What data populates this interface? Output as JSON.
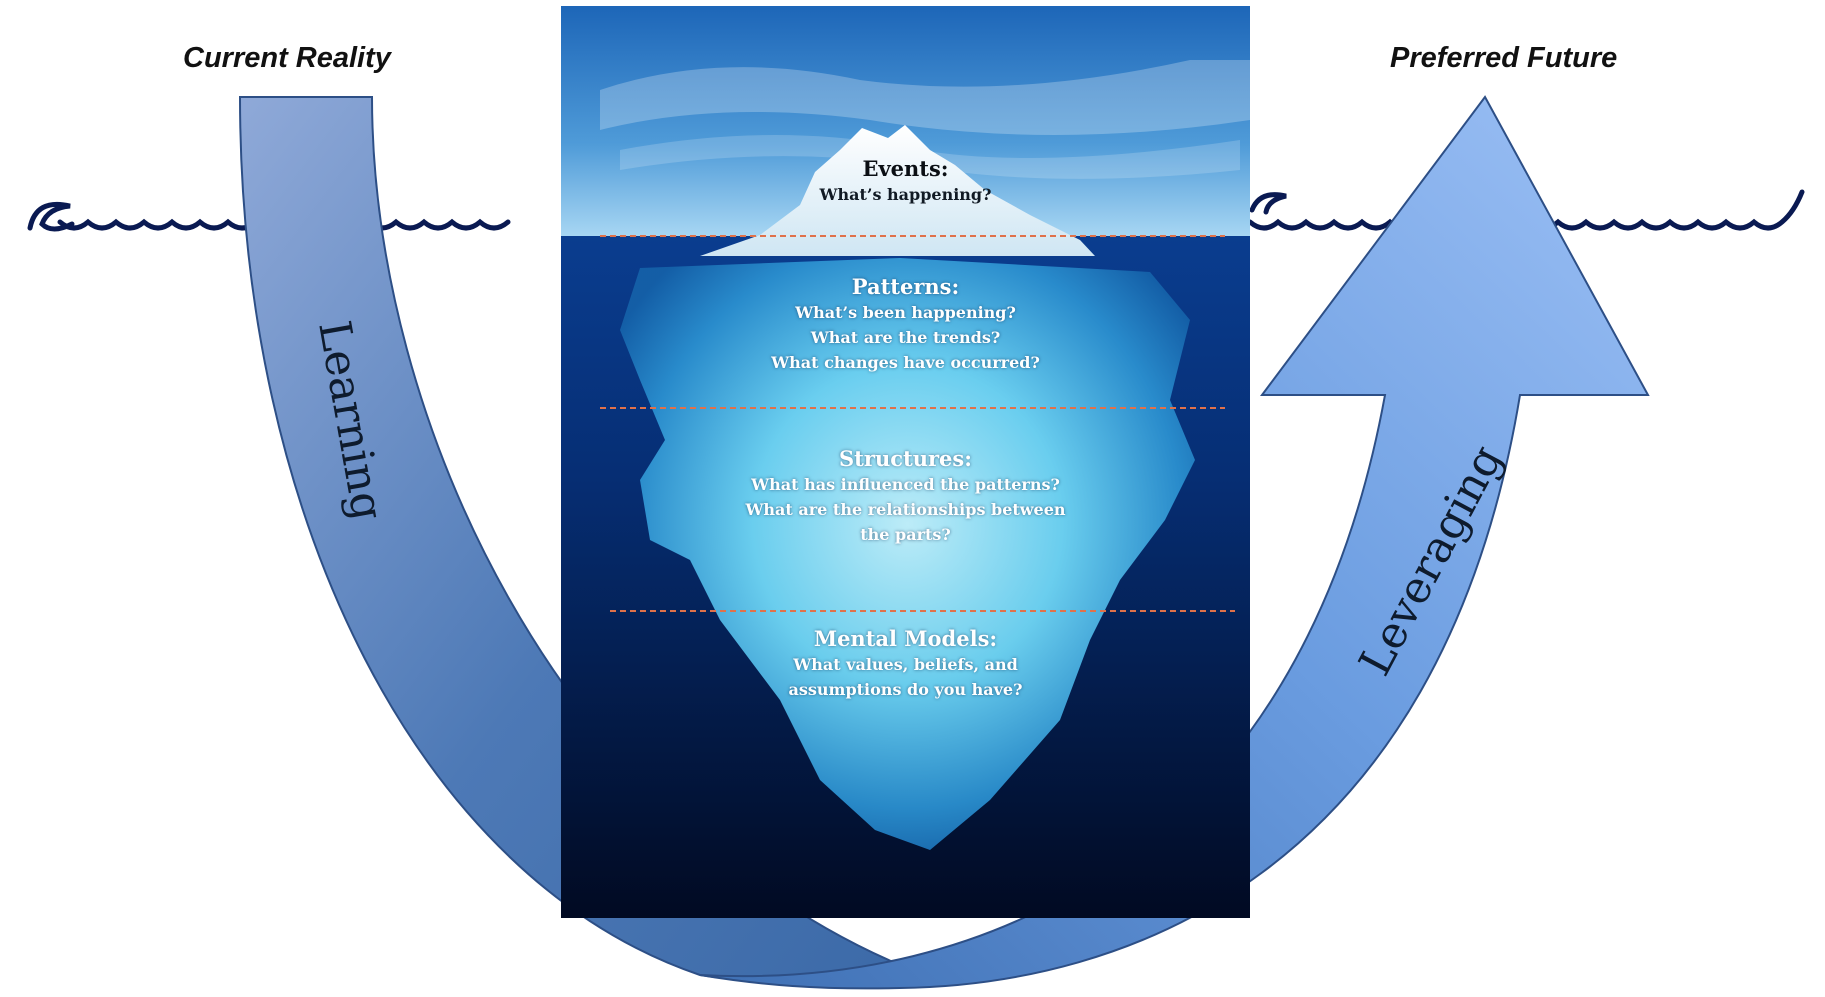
{
  "diagram": {
    "left_title": "Current Reality",
    "right_title": "Preferred Future",
    "left_arrow_label": "Learning",
    "right_arrow_label": "Leveraging",
    "levels": [
      {
        "title": "Events:",
        "questions": [
          "What’s happening?"
        ]
      },
      {
        "title": "Patterns:",
        "questions": [
          "What’s been happening?",
          "What are the trends?",
          "What changes have occurred?"
        ]
      },
      {
        "title": "Structures:",
        "questions": [
          "What has influenced the patterns?",
          "What are the relationships between",
          "the parts?"
        ]
      },
      {
        "title": "Mental Models:",
        "questions": [
          "What values, beliefs, and",
          "assumptions do you have?"
        ]
      }
    ]
  },
  "colors": {
    "arrow_light": "#8fb4ef",
    "arrow_dark": "#4a78b8",
    "arrow_edge": "#2d4f86",
    "wave": "#0a1a52",
    "sky_top": "#1f6fc0",
    "sky_bottom": "#a9d4f0",
    "deep_water": "#021a45",
    "ice_light": "#bff2ff",
    "divider": "#e0714a"
  }
}
